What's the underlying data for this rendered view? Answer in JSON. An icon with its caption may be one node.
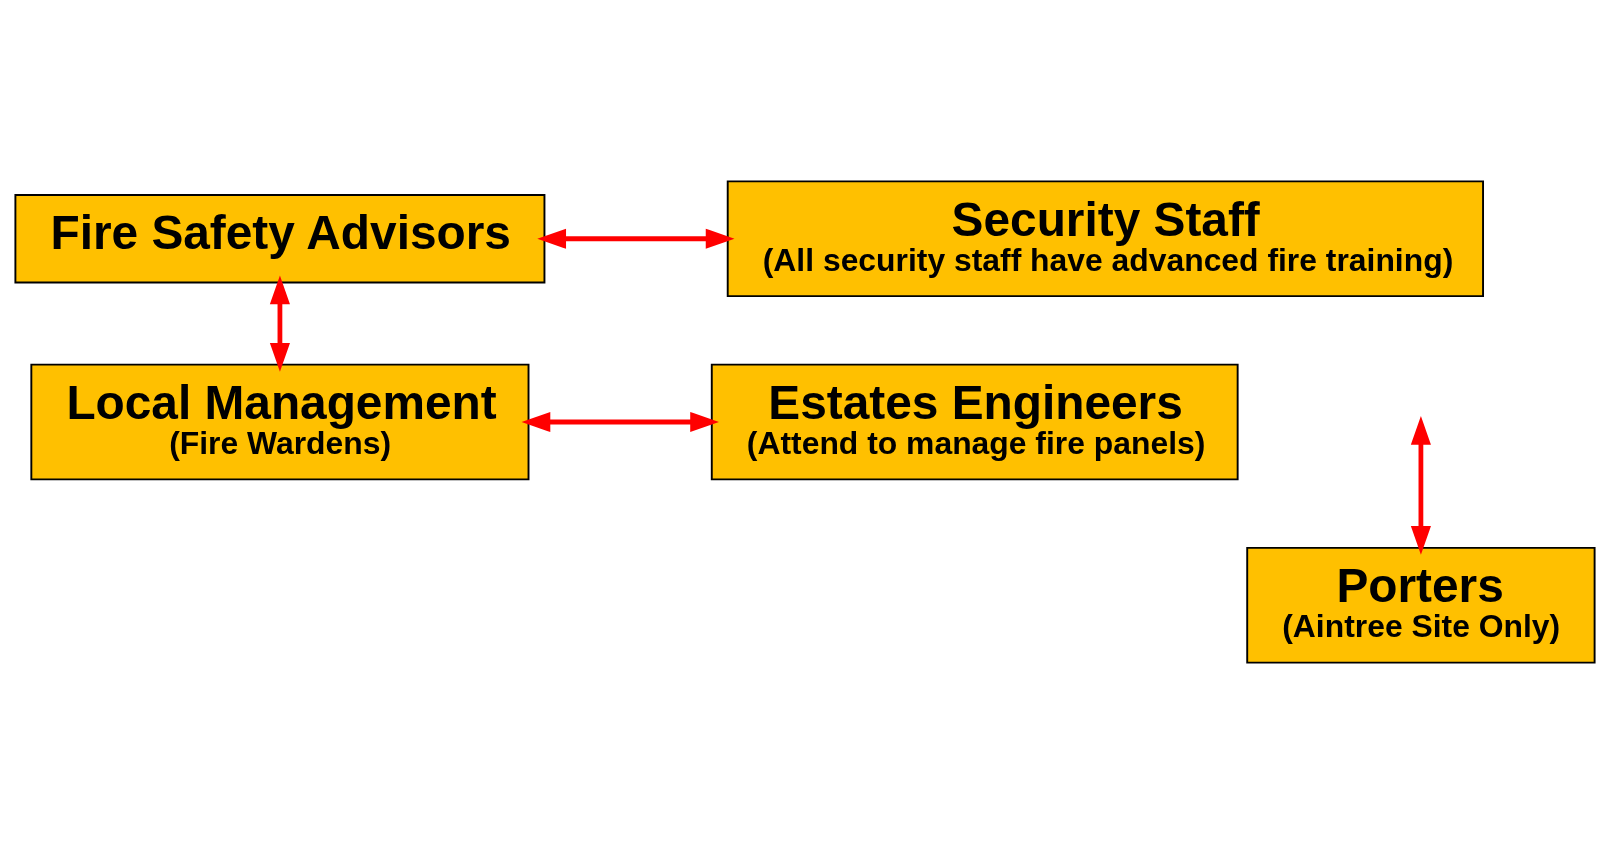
{
  "diagram": {
    "nodes": [
      {
        "text": [
          "Fire Safety Advisors"
        ]
      },
      {
        "text": [
          "Security Staff",
          "(All security staff have advanced fire training)"
        ]
      },
      {
        "text": [
          "Local Management",
          "(Fire Wardens)"
        ]
      },
      {
        "text": [
          "Estates Engineers",
          "(Attend to manage fire panels)"
        ]
      },
      {
        "text": [
          "Porters",
          "(Aintree Site Only)"
        ]
      }
    ],
    "edges": [
      {
        "from": 0,
        "to": 1,
        "arrow": "both"
      },
      {
        "from": 0,
        "to": 2,
        "arrow": "both"
      },
      {
        "from": 2,
        "to": 3,
        "arrow": "both"
      },
      {
        "from": null,
        "to": 4,
        "arrow": "both"
      }
    ]
  }
}
